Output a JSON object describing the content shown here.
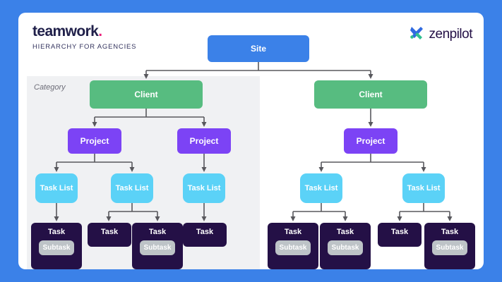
{
  "page": {
    "background_color": "#3B81E8",
    "card_color": "#ffffff"
  },
  "header": {
    "brand_name": "teamwork",
    "brand_dot": ".",
    "subtitle": "HIERARCHY FOR AGENCIES",
    "partner_logo_name": "zenpilot-logo-icon",
    "partner_name": "zenpilot"
  },
  "panel": {
    "category_label": "Category"
  },
  "labels": {
    "site": "Site",
    "client": "Client",
    "project": "Project",
    "task_list": "Task List",
    "task": "Task",
    "subtask": "Subtask"
  },
  "colors": {
    "site": "#3B81E8",
    "client": "#57BC80",
    "project": "#7C43F5",
    "task_list": "#5BD2F7",
    "task": "#241046",
    "subtask": "#BDC3C7",
    "panel": "#f0f1f3",
    "connector": "#58585d",
    "brand_dot": "#ea1e79"
  },
  "chart_data": {
    "type": "diagram",
    "title": "Teamwork Hierarchy for Agencies",
    "root": "Site",
    "levels": [
      "Site",
      "Client",
      "Project",
      "Task List",
      "Task",
      "Subtask"
    ],
    "nodes": [
      {
        "id": "site",
        "label": "Site",
        "level": 0,
        "parent": null
      },
      {
        "id": "clientA",
        "label": "Client",
        "level": 1,
        "parent": "site",
        "in_category": true
      },
      {
        "id": "clientB",
        "label": "Client",
        "level": 1,
        "parent": "site",
        "in_category": false
      },
      {
        "id": "projA1",
        "label": "Project",
        "level": 2,
        "parent": "clientA"
      },
      {
        "id": "projA2",
        "label": "Project",
        "level": 2,
        "parent": "clientA"
      },
      {
        "id": "projB1",
        "label": "Project",
        "level": 2,
        "parent": "clientB"
      },
      {
        "id": "tlA1",
        "label": "Task List",
        "level": 3,
        "parent": "projA1"
      },
      {
        "id": "tlA2",
        "label": "Task List",
        "level": 3,
        "parent": "projA1"
      },
      {
        "id": "tlA3",
        "label": "Task List",
        "level": 3,
        "parent": "projA2"
      },
      {
        "id": "tlB1",
        "label": "Task List",
        "level": 3,
        "parent": "projB1"
      },
      {
        "id": "tlB2",
        "label": "Task List",
        "level": 3,
        "parent": "projB1"
      },
      {
        "id": "tA1",
        "label": "Task",
        "level": 4,
        "parent": "tlA1",
        "subtask": "Subtask"
      },
      {
        "id": "tA2",
        "label": "Task",
        "level": 4,
        "parent": "tlA2",
        "subtask": null
      },
      {
        "id": "tA3",
        "label": "Task",
        "level": 4,
        "parent": "tlA2",
        "subtask": "Subtask"
      },
      {
        "id": "tA4",
        "label": "Task",
        "level": 4,
        "parent": "tlA3",
        "subtask": null
      },
      {
        "id": "tB1",
        "label": "Task",
        "level": 4,
        "parent": "tlB1",
        "subtask": "Subtask"
      },
      {
        "id": "tB2",
        "label": "Task",
        "level": 4,
        "parent": "tlB1",
        "subtask": "Subtask"
      },
      {
        "id": "tB3",
        "label": "Task",
        "level": 4,
        "parent": "tlB2",
        "subtask": null
      },
      {
        "id": "tB4",
        "label": "Task",
        "level": 4,
        "parent": "tlB2",
        "subtask": "Subtask"
      }
    ],
    "counts": {
      "clients": 2,
      "projects": 3,
      "task_lists": 5,
      "tasks": 8,
      "subtasks": 5
    }
  }
}
